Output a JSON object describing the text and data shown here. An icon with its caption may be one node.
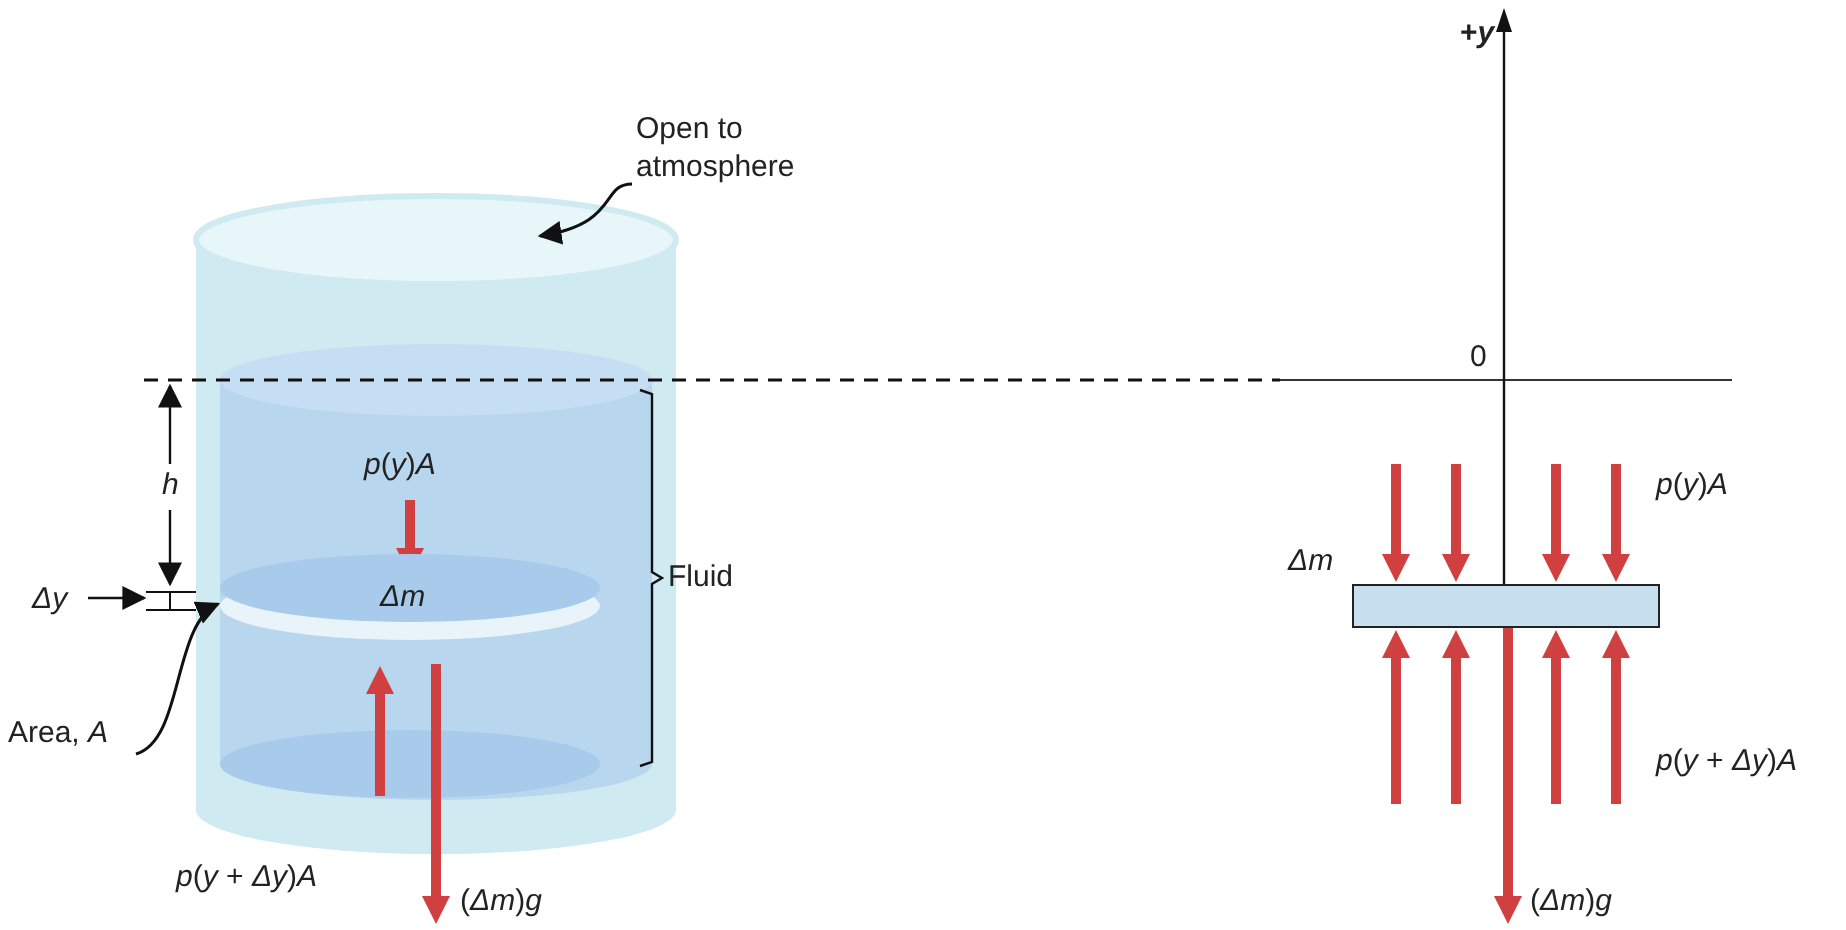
{
  "diagram": {
    "nodes": [
      {
        "text": [
          "Open to atmosphere"
        ]
      },
      {
        "text": [
          "Area, *A*"
        ]
      },
      {
        "text": [],
        "shape": "bar",
        "beside": [
          "*Δm*"
        ]
      },
      {
        "text": [],
        "shape": "ellipse"
      }
    ],
    "edges": [
      {
        "from": 0,
        "to": null,
        "arrow": "to"
      },
      {
        "from": 1,
        "to": 3,
        "arrow": "to"
      }
    ],
    "labels": [
      "+*y*",
      "0",
      "*h*",
      "*p*(*y*)*A*",
      "*p*(*y*)*A*",
      "Fluid",
      "*Δy*",
      "*Δm*",
      "*p*(*y* + *Δy*)*A*",
      "*p*(*y* + *Δy*)*A*",
      "(*Δm*)*g*",
      "(*Δm*)*g*"
    ]
  }
}
